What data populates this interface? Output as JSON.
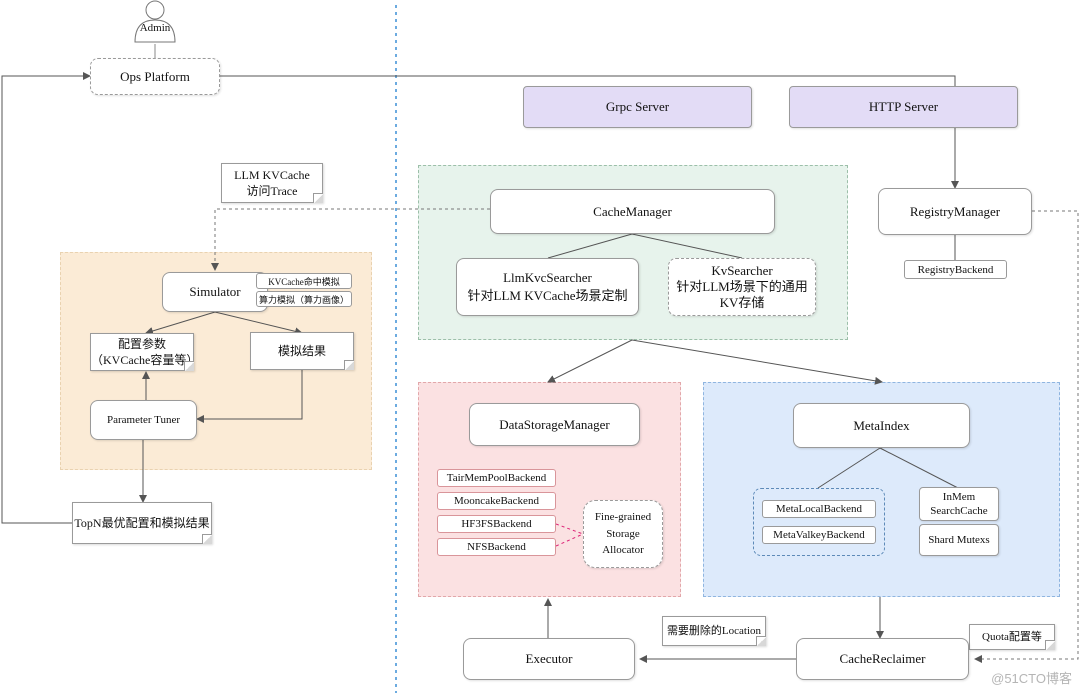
{
  "colors": {
    "server_fill": "#e3dcf6",
    "cache_region": "#e7f3ec",
    "storage_region": "#fbe1e2",
    "meta_region": "#ddeafb",
    "sim_region": "#fbebd6",
    "divider": "#3b8fd6"
  },
  "left": {
    "admin": "Admin",
    "ops_platform": "Ops Platform",
    "trace_note": [
      "LLM KVCache",
      "访问Trace"
    ],
    "simulator": "Simulator",
    "sim_tags": [
      "KVCache命中模拟",
      "算力模拟（算力画像）"
    ],
    "config_params": [
      "配置参数",
      "（KVCache容量等）"
    ],
    "sim_result": "模拟结果",
    "parameter_tuner": "Parameter Tuner",
    "topn_note": "TopN最优配置和模拟结果"
  },
  "right": {
    "grpc_server": "Grpc Server",
    "http_server": "HTTP Server",
    "cache_manager": "CacheManager",
    "llm_kvc_searcher": [
      "LlmKvcSearcher",
      "针对LLM KVCache场景定制"
    ],
    "kv_searcher": [
      "KvSearcher",
      "针对LLM场景下的通用",
      "KV存储"
    ],
    "registry_manager": "RegistryManager",
    "registry_backend": "RegistryBackend",
    "data_storage_manager": "DataStorageManager",
    "backends": [
      "TairMemPoolBackend",
      "MooncakeBackend",
      "HF3FSBackend",
      "NFSBackend"
    ],
    "allocator": [
      "Fine-grained",
      "Storage",
      "Allocator"
    ],
    "meta_index": "MetaIndex",
    "meta_backends": [
      "MetaLocalBackend",
      "MetaValkeyBackend"
    ],
    "inmem_cache": [
      "InMem",
      "SearchCache"
    ],
    "shard_mutexs": "Shard Mutexs",
    "delete_note": "需要删除的Location",
    "quota_note": "Quota配置等",
    "executor": "Executor",
    "cache_reclaimer": "CacheReclaimer"
  },
  "watermark": "@51CTO博客"
}
